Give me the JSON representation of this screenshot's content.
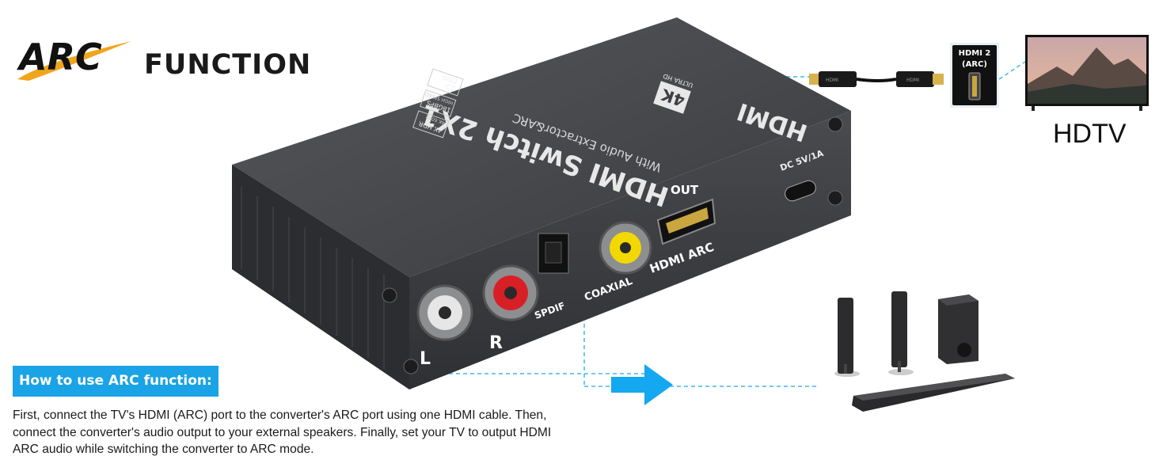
{
  "logo": {
    "arc_text": "ARC",
    "function_text": "FUNCTION"
  },
  "tv": {
    "label": "HDTV",
    "port_label_line1": "HDMI 2",
    "port_label_line2": "(ARC)"
  },
  "cable": {
    "connector_text": "HDMI"
  },
  "device": {
    "brand": "HDMI",
    "badge_4k": "4K",
    "badge_ultra_hd": "ULTRA HD",
    "title": "HDMI Switch 2X1",
    "subtitle": "With Audio Extractor&ARC",
    "spec_4k_hdr": "4K HDR",
    "spec_4k_hdr_sub": "4K 60Hz",
    "spec_18gbps": "18GBPS",
    "spec_18gbps_sub": "HIGH SPEED",
    "spec_edid": "EDID",
    "spec_22": "2.2",
    "port_out": "OUT",
    "port_hdmi_arc": "HDMI ARC",
    "port_coaxial": "COAXIAL",
    "port_spdif": "SPDIF",
    "port_r": "R",
    "port_l": "L",
    "power_label": "DC 5V/1A"
  },
  "howto": {
    "badge": "How to use ARC function:",
    "description": "First, connect the TV's HDMI (ARC) port to the converter's ARC port using one HDMI cable. Then, connect the converter's audio output to your external speakers. Finally, set your TV to output HDMI ARC audio while switching the converter to ARC mode."
  },
  "colors": {
    "accent_blue": "#1aa3e6",
    "arrow_blue": "#14a8f0",
    "logo_gold": "#f0a51c",
    "device_body": "#3e3f42"
  }
}
